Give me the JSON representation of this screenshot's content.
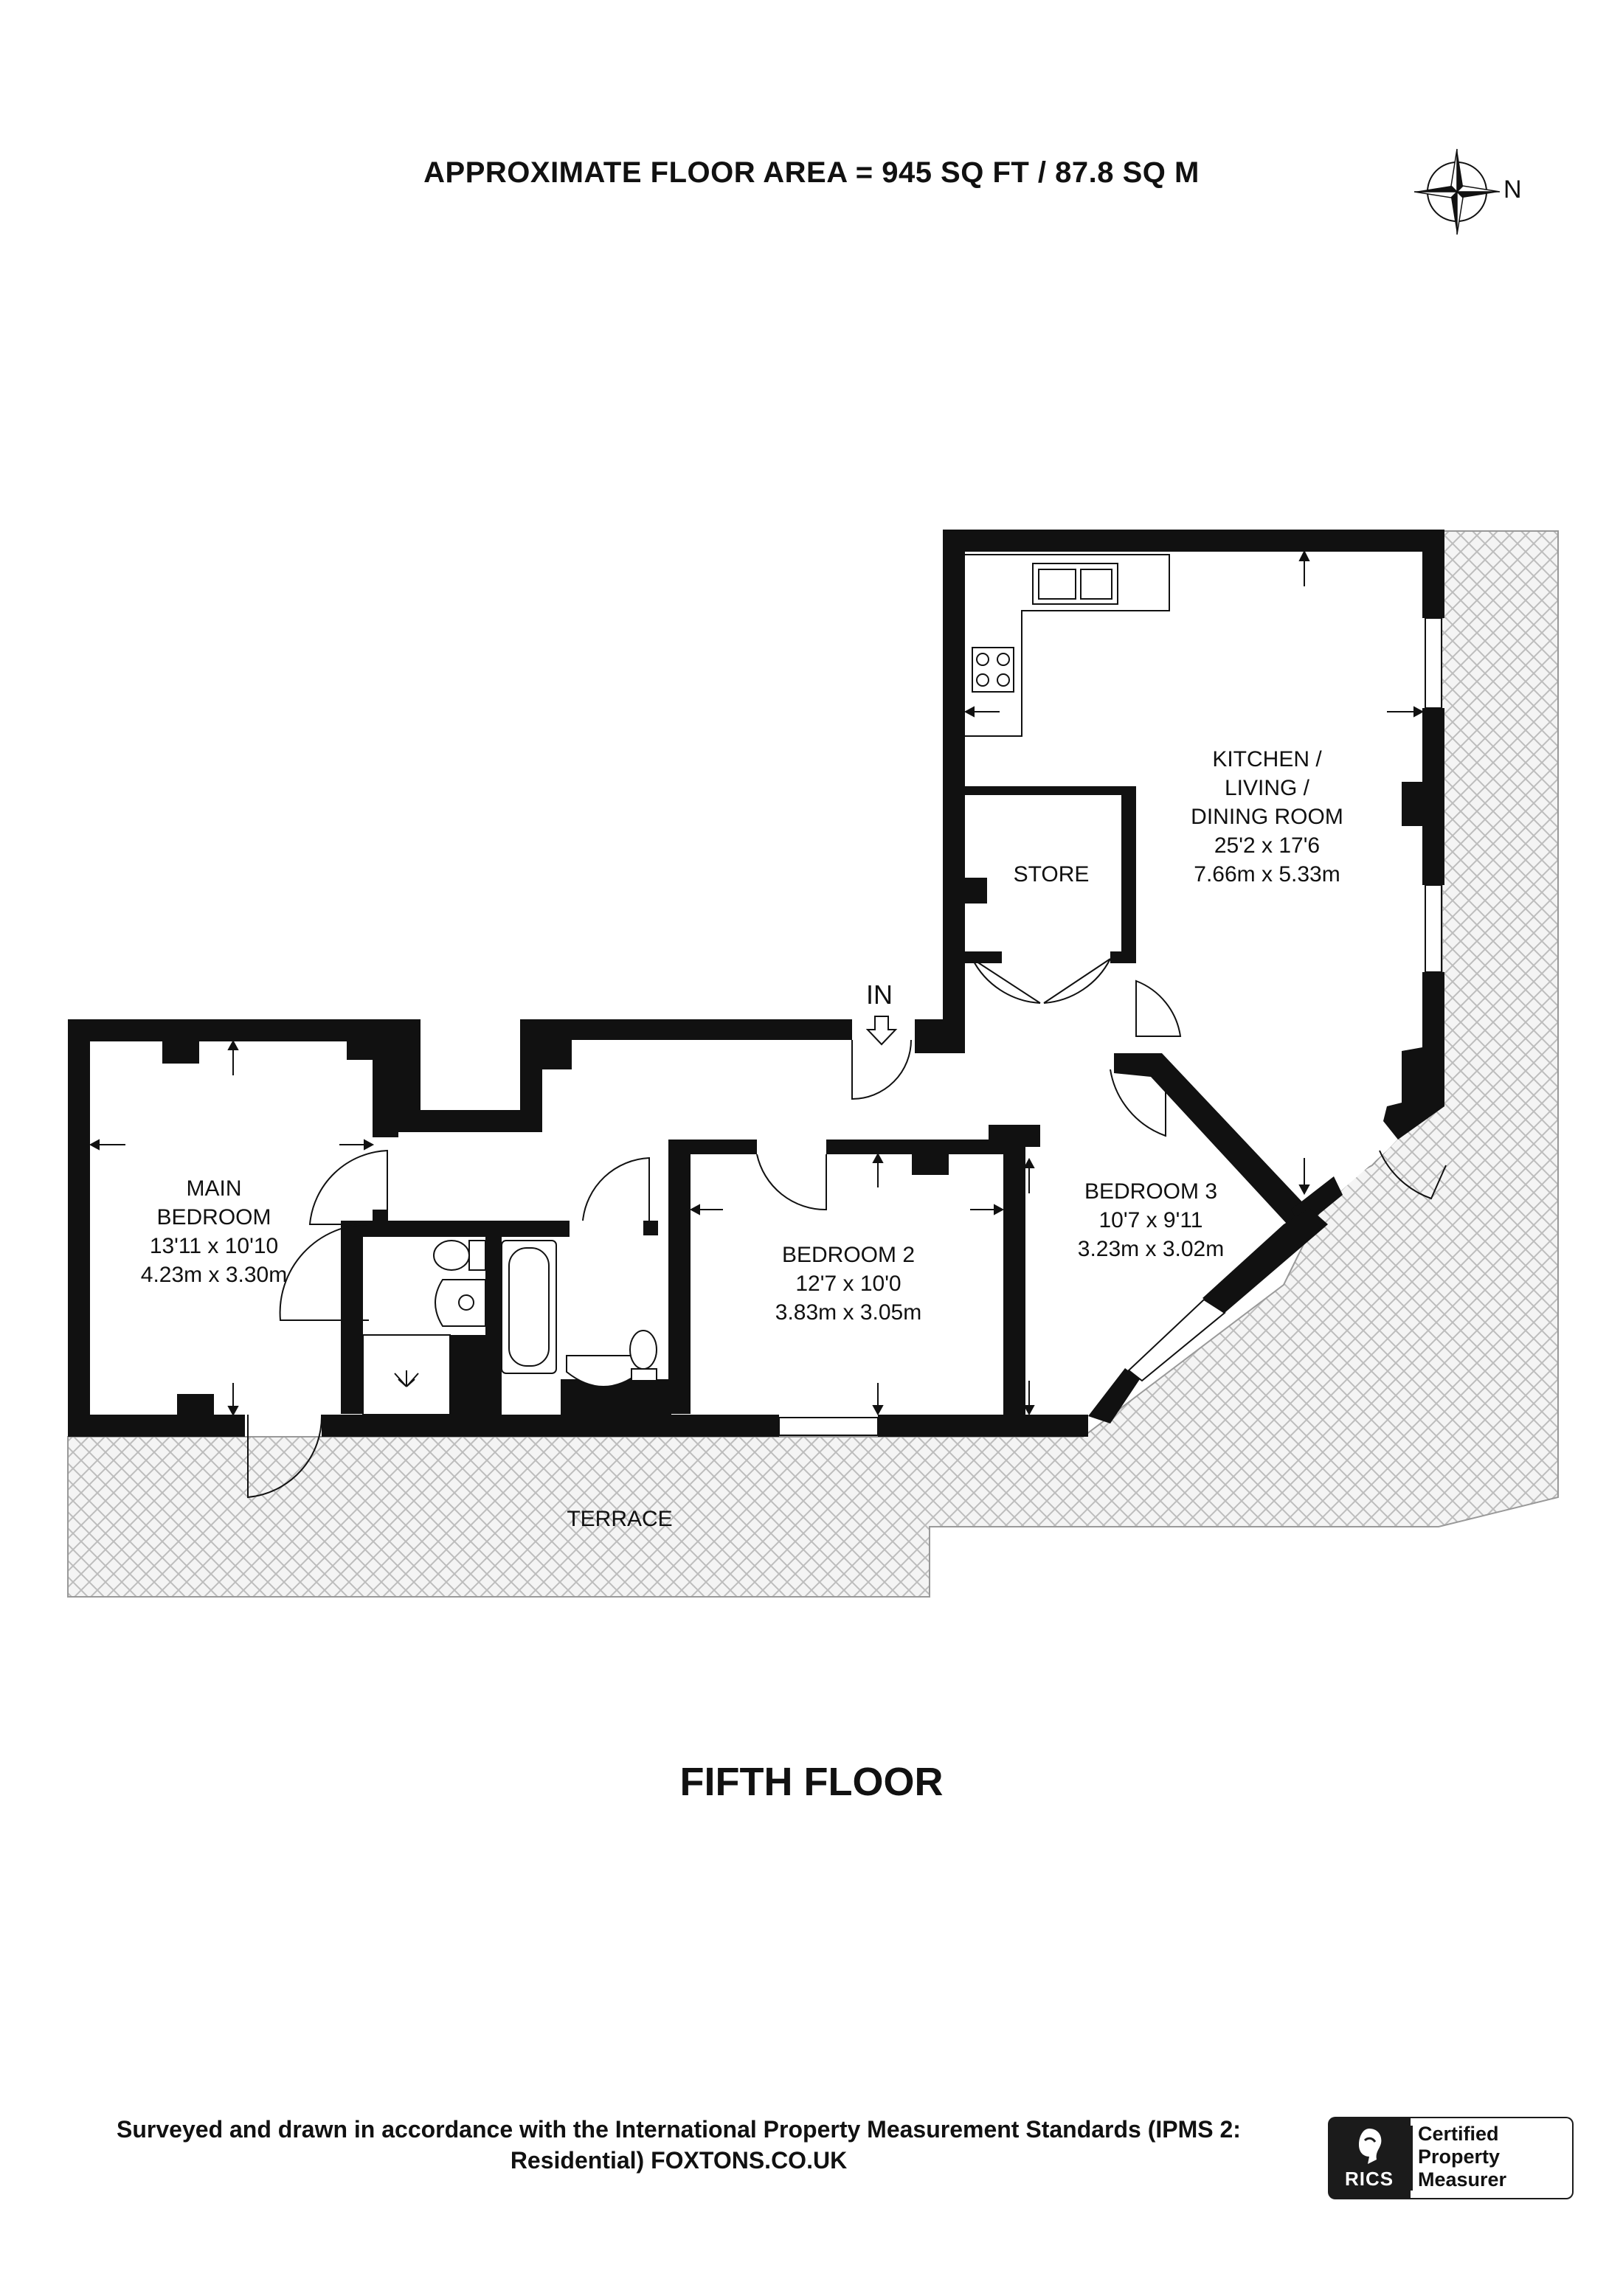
{
  "header": {
    "area_text": "APPROXIMATE FLOOR AREA = 945 SQ FT / 87.8 SQ M",
    "compass_label": "N",
    "compass_icon": "compass-rose-icon"
  },
  "rooms": {
    "kitchen": {
      "name_lines": [
        "KITCHEN /",
        "LIVING /",
        "DINING ROOM"
      ],
      "imperial": "25'2 x 17'6",
      "metric": "7.66m x 5.33m"
    },
    "store": {
      "name": "STORE"
    },
    "main_bedroom": {
      "name_lines": [
        "MAIN",
        "BEDROOM"
      ],
      "imperial": "13'11 x 10'10",
      "metric": "4.23m x 3.30m"
    },
    "bedroom_2": {
      "name": "BEDROOM 2",
      "imperial": "12'7 x 10'0",
      "metric": "3.83m x 3.05m"
    },
    "bedroom_3": {
      "name": "BEDROOM 3",
      "imperial": "10'7 x 9'11",
      "metric": "3.23m x 3.02m"
    },
    "terrace": {
      "name": "TERRACE"
    }
  },
  "entrance": {
    "label": "IN",
    "icon": "entrance-arrow-icon"
  },
  "floor_name": "FIFTH FLOOR",
  "footer": {
    "lines": [
      "Surveyed and drawn in accordance with the International Property Measurement Standards (IPMS 2:",
      "Residential) FOXTONS.CO.UK"
    ],
    "badge": {
      "brand": "RICS",
      "cert_lines": [
        "Certified",
        "Property",
        "Measurer"
      ],
      "icon": "rics-lion-icon"
    }
  },
  "colors": {
    "wall": "#111111",
    "terrace_hatch": "#bdbdbd",
    "background": "#ffffff"
  }
}
